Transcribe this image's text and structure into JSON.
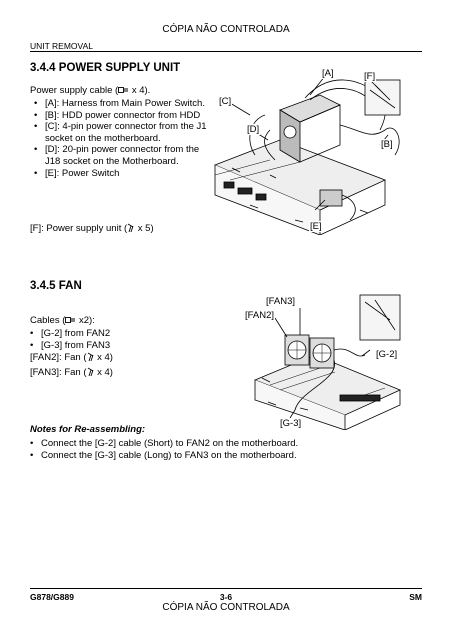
{
  "header": {
    "watermark": "CÓPIA NÃO CONTROLADA",
    "section": "UNIT REMOVAL"
  },
  "power_supply": {
    "title": "3.4.4 POWER SUPPLY UNIT",
    "cable_pre": "Power supply cable (",
    "cable_post": " x 4).",
    "items": [
      "[A]: Harness from Main Power Switch.",
      "[B]: HDD power connector from HDD",
      "[C]: 4-pin power connector from the J1 socket on the motherboard.",
      "[D]: 20-pin power connector from the J18 socket on the Motherboard.",
      "[E]: Power Switch"
    ],
    "unit_pre": "[F]:  Power supply unit (",
    "unit_post": " x 5)",
    "callouts": {
      "a": "[A]",
      "b": "[B]",
      "c": "[C]",
      "d": "[D]",
      "e": "[E]",
      "f": "[F]"
    }
  },
  "fan": {
    "title": "3.4.5 FAN",
    "cables_pre": "Cables (",
    "cables_post": " x2):",
    "items": [
      "[G-2] from FAN2",
      "[G-3] from FAN3"
    ],
    "fan2_pre": "[FAN2]: Fan (",
    "fan2_post": " x 4)",
    "fan3_pre": "[FAN3]: Fan (",
    "fan3_post": " x 4)",
    "callouts": {
      "fan3": "[FAN3]",
      "fan2": "[FAN2]",
      "g2": "[G-2]",
      "g3": "[G-3]"
    }
  },
  "notes": {
    "title": "Notes for Re-assembling:",
    "items": [
      "Connect the [G-2] cable (Short) to FAN2 on the motherboard.",
      "Connect the [G-3] cable (Long) to FAN3 on the motherboard."
    ]
  },
  "footer": {
    "left": "G878/G889",
    "center": "3-6",
    "right": "SM",
    "watermark": "CÓPIA NÃO CONTROLADA"
  },
  "icons": {
    "connector": "connector-icon",
    "screw": "screw-icon"
  }
}
